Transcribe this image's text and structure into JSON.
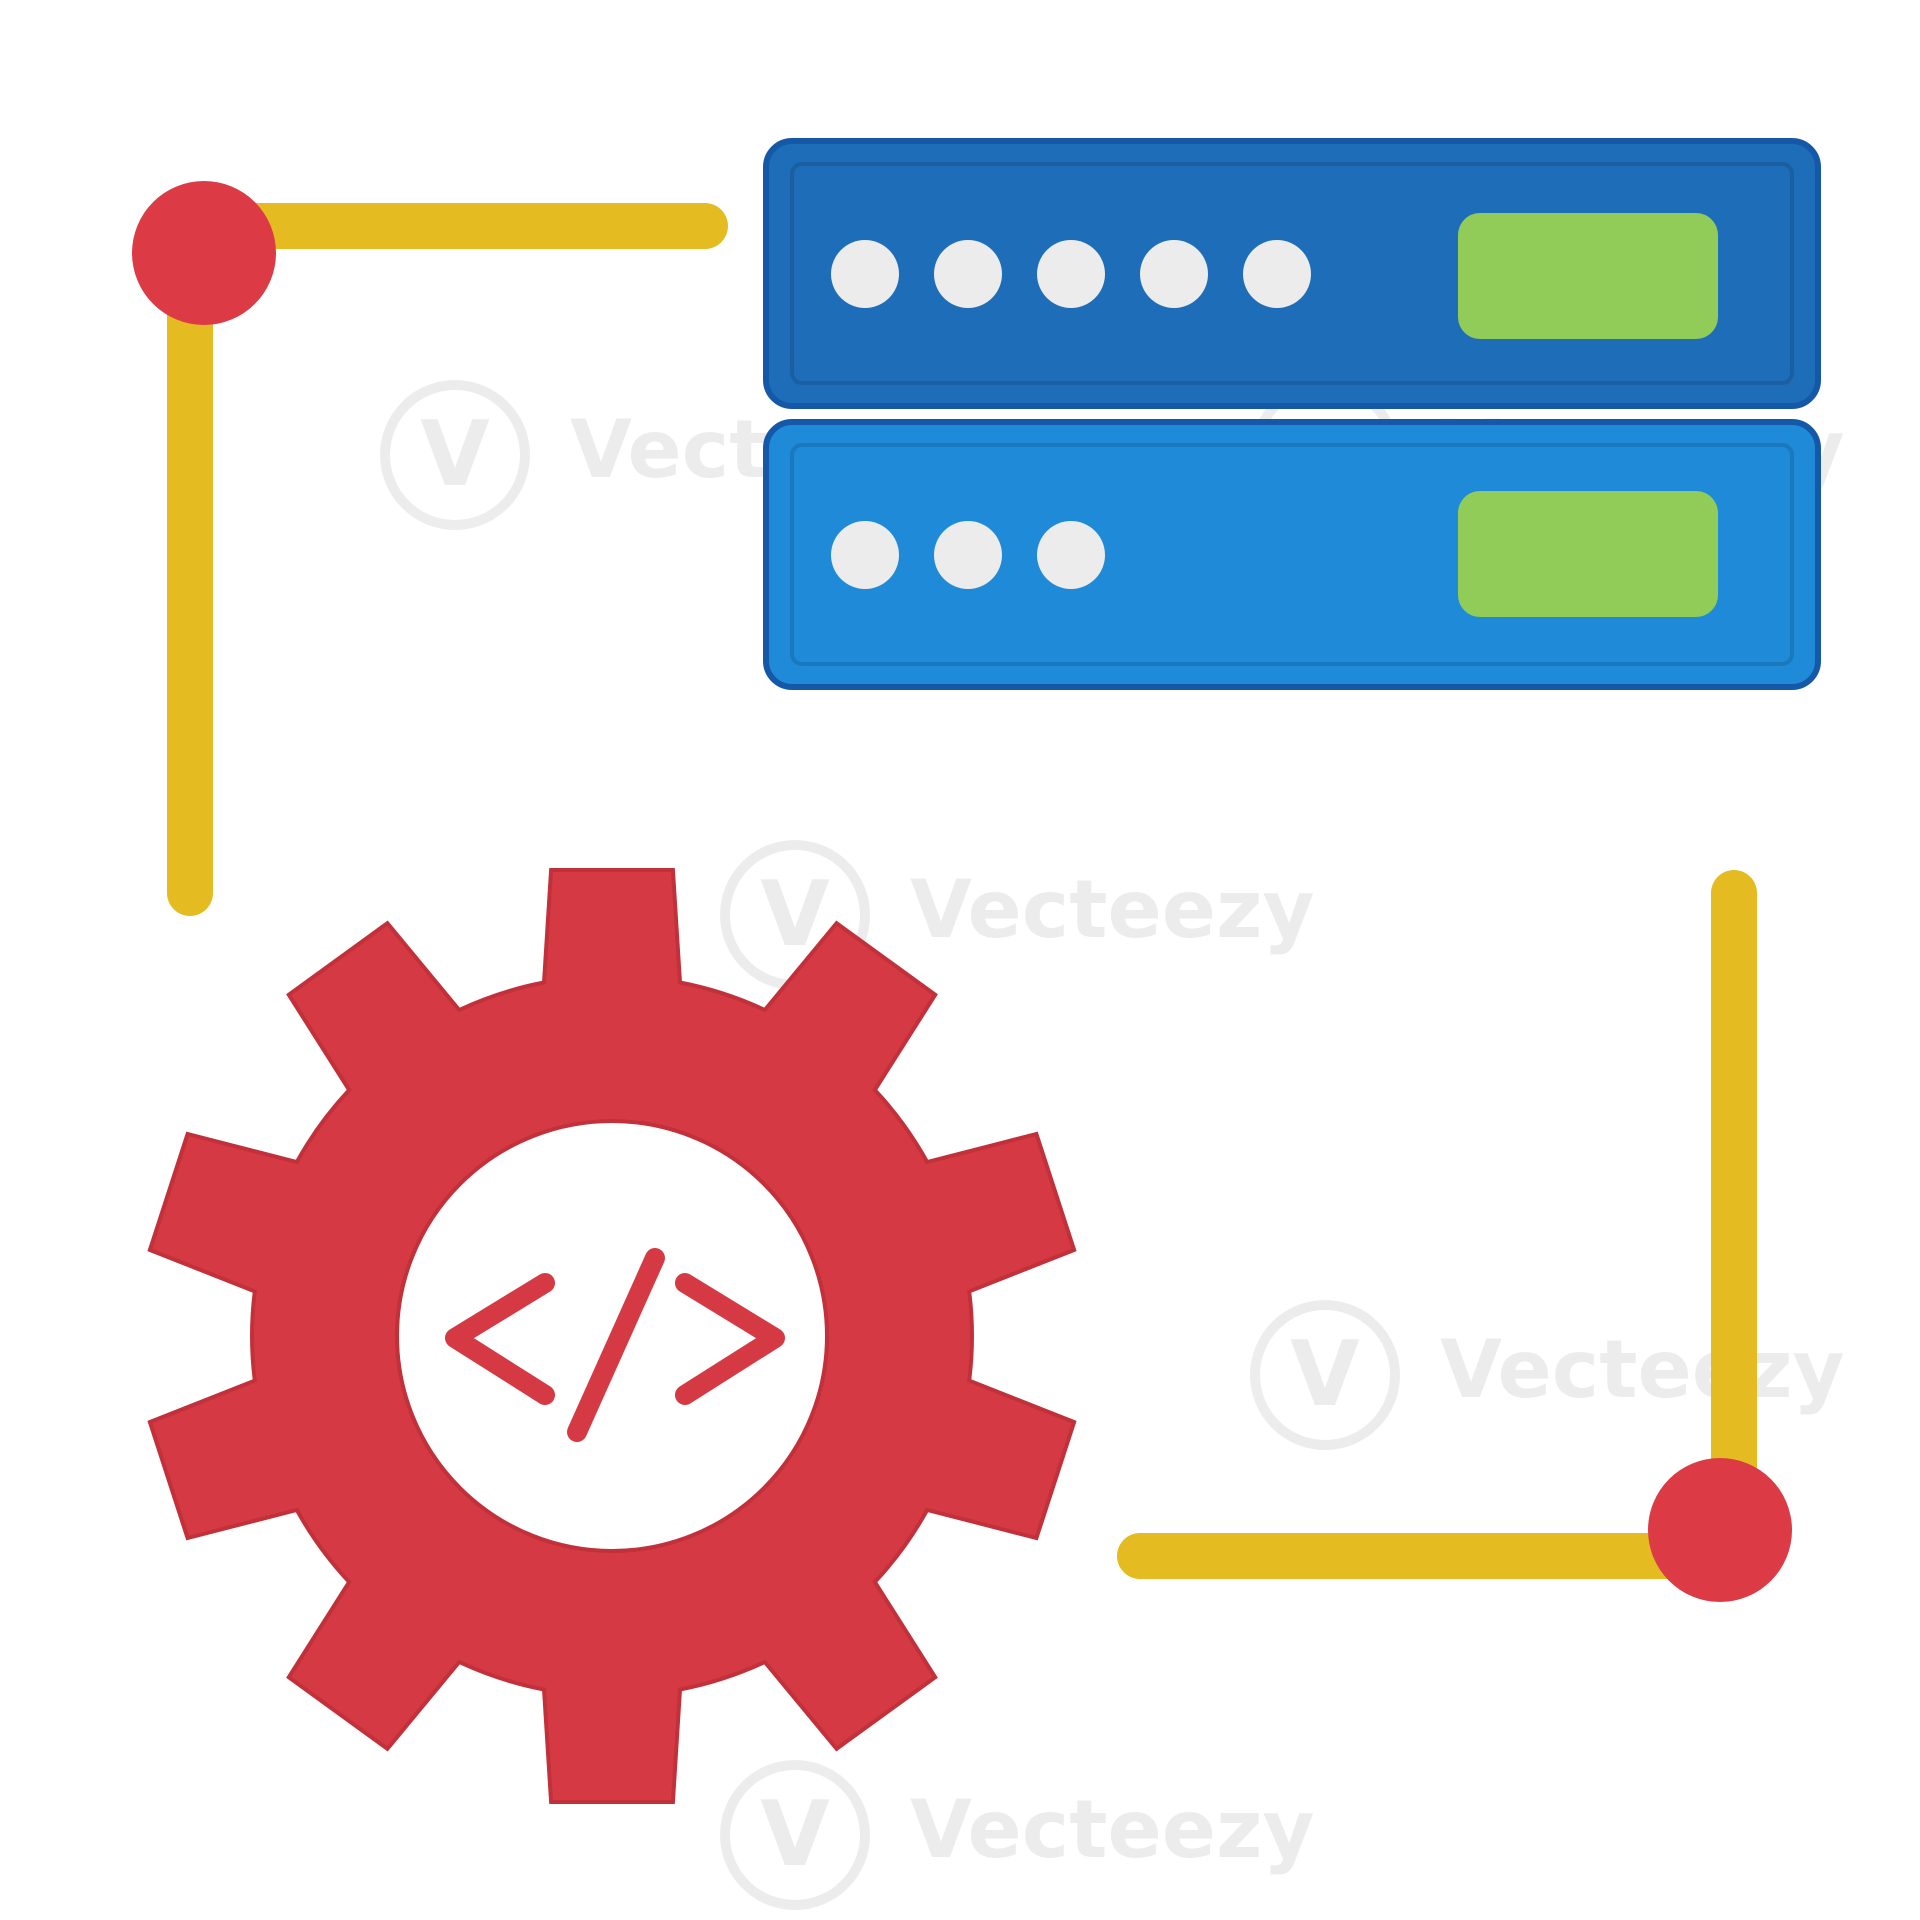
{
  "illustration": {
    "code_symbol": "</>",
    "server_units": [
      {
        "leds": 5
      },
      {
        "leds": 3
      }
    ],
    "colors": {
      "server_top": "#1E6DB8",
      "server_bottom": "#1E8AD8",
      "server_border": "#1658A8",
      "led": "#ECECEC",
      "status_button": "#92CC58",
      "gear": "#D53A44",
      "connector_line": "#E4BC22",
      "connector_node": "#DC3A45"
    },
    "icons": [
      "server-icon",
      "gear-icon",
      "code-icon",
      "connector-node-icon"
    ]
  },
  "watermark": {
    "text": "Vecteezy"
  }
}
